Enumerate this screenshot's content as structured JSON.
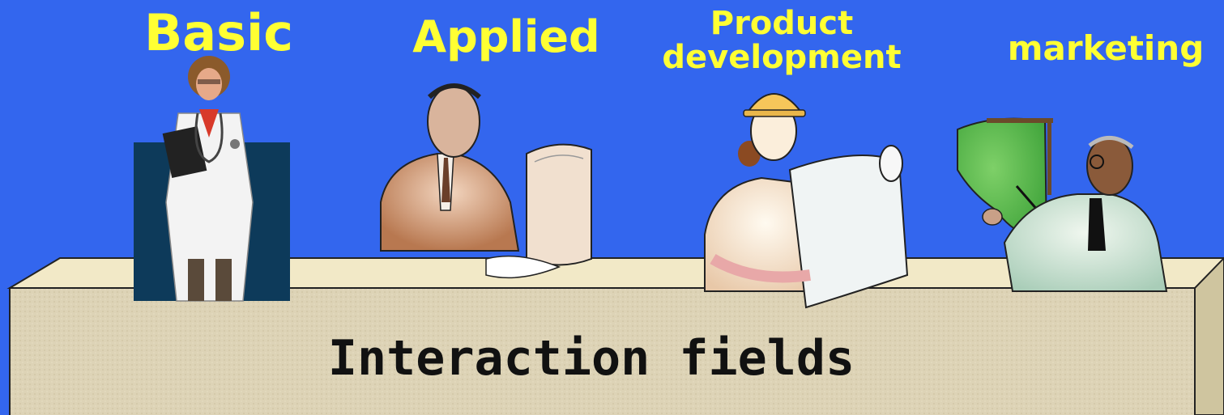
{
  "colors": {
    "background": "#3366ee",
    "label_yellow": "#ffff33",
    "platform_front": "#ddd3b6",
    "platform_top": "#f2e9c7",
    "platform_side": "#cfc59f"
  },
  "fields": [
    {
      "label": "Basic",
      "icon": "doctor-figure-icon"
    },
    {
      "label": "Applied",
      "icon": "man-at-computer-icon"
    },
    {
      "label_line1": "Product",
      "label_line2": "development",
      "icon": "engineer-with-blueprints-icon"
    },
    {
      "label": "marketing",
      "icon": "presenter-with-chart-icon"
    }
  ],
  "platform": {
    "label": "Interaction fields"
  }
}
